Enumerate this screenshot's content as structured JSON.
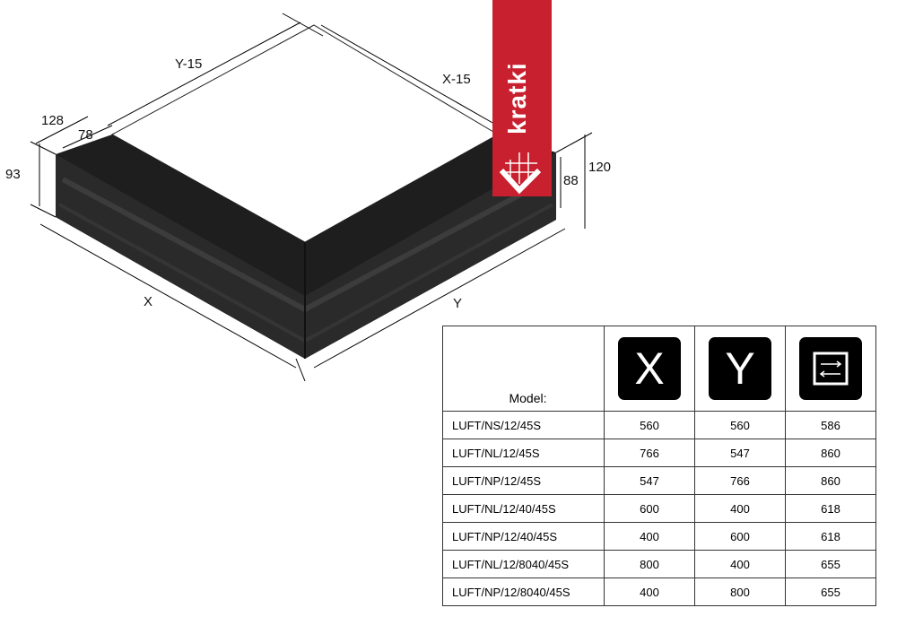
{
  "dimensions": {
    "y_minus": "Y-15",
    "x_minus": "X-15",
    "d128": "128",
    "d78": "78",
    "d93": "93",
    "d120": "120",
    "d88": "88",
    "x": "X",
    "y": "Y"
  },
  "brand": {
    "name": "kratki",
    "color": "#c8202f"
  },
  "table": {
    "model_header": "Model:",
    "col_icons": [
      "X",
      "Y",
      "swap-arrows-icon"
    ],
    "rows": [
      {
        "model": "LUFT/NS/12/45S",
        "x": "560",
        "y": "560",
        "v": "586"
      },
      {
        "model": "LUFT/NL/12/45S",
        "x": "766",
        "y": "547",
        "v": "860"
      },
      {
        "model": "LUFT/NP/12/45S",
        "x": "547",
        "y": "766",
        "v": "860"
      },
      {
        "model": "LUFT/NL/12/40/45S",
        "x": "600",
        "y": "400",
        "v": "618"
      },
      {
        "model": "LUFT/NP/12/40/45S",
        "x": "400",
        "y": "600",
        "v": "618"
      },
      {
        "model": "LUFT/NL/12/8040/45S",
        "x": "800",
        "y": "400",
        "v": "655"
      },
      {
        "model": "LUFT/NP/12/8040/45S",
        "x": "400",
        "y": "800",
        "v": "655"
      }
    ]
  }
}
